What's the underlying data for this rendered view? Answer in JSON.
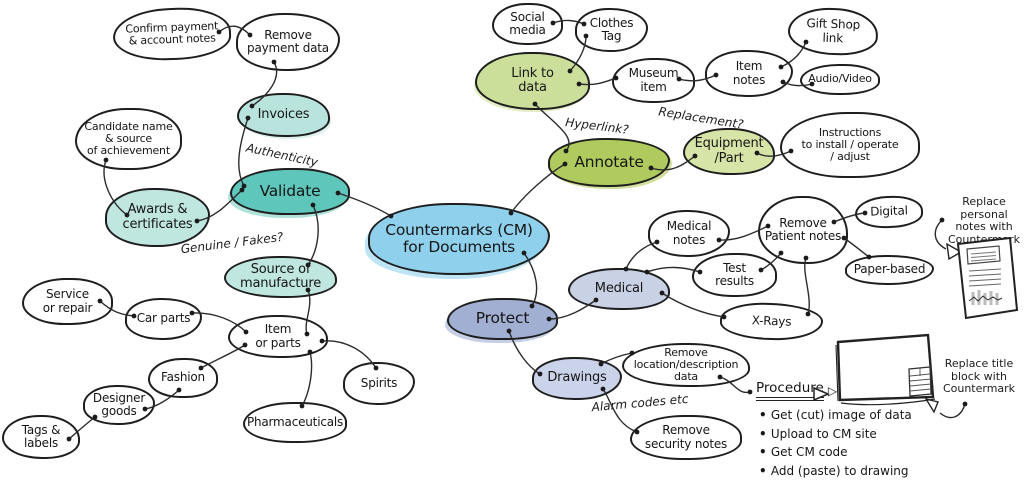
{
  "nodes": {
    "countermarks": "Countermarks (CM)\nfor Documents",
    "confirm_payment": "Confirm payment\n& account notes",
    "remove_payment": "Remove\npayment data",
    "invoices": "Invoices",
    "candidate_name": "Candidate name\n& source\nof achievement",
    "awards_certificates": "Awards &\ncertificates",
    "validate": "Validate",
    "source_of_manufacture": "Source of\nmanufacture",
    "social_media": "Social\nmedia",
    "clothes_tag": "Clothes\nTag",
    "link_to_data": "Link to\ndata",
    "museum_item": "Museum\nitem",
    "item_notes": "Item\nnotes",
    "gift_shop_link": "Gift Shop\nlink",
    "audio_video": "Audio/Video",
    "annotate": "Annotate",
    "equipment_part": "Equipment\n/Part",
    "instructions": "Instructions\nto install / operate\n/ adjust",
    "medical_notes": "Medical\nnotes",
    "remove_patient_notes": "Remove\nPatient notes",
    "digital": "Digital",
    "paper_based": "Paper-based",
    "test_results": "Test\nresults",
    "medical": "Medical",
    "x_rays": "X-Rays",
    "service_or_repair": "Service\nor repair",
    "car_parts": "Car parts",
    "item_or_parts": "Item\nor parts",
    "fashion": "Fashion",
    "designer_goods": "Designer\ngoods",
    "tags_labels": "Tags &\nlabels",
    "pharmaceuticals": "Pharmaceuticals",
    "spirits": "Spirits",
    "protect": "Protect",
    "drawings": "Drawings",
    "remove_location": "Remove\nlocation/description\ndata",
    "remove_security": "Remove\nsecurity notes"
  },
  "labels": {
    "authenticity": "Authenticity",
    "genuine_fakes": "Genuine / Fakes?",
    "hyperlink": "Hyperlink?",
    "replacement": "Replacement?",
    "alarm_codes": "Alarm codes etc",
    "replace_personal": "Replace personal\nnotes with\nCountermark",
    "replace_title": "Replace title\nblock with\nCountermark"
  },
  "procedure": {
    "heading": "Procedure",
    "arrow_glyph": "▷",
    "steps": [
      "Get (cut) image of data",
      "Upload to CM site",
      "Get CM code",
      "Add (paste) to drawing"
    ]
  },
  "icons": {
    "portrait_document": "report-page-icon",
    "drawing_sheet": "engineering-drawing-icon",
    "procedure_arrow": "right-triangle-arrow-icon",
    "personal_notes_arrow": "curved-arrow-icon",
    "title_block_arrow": "curved-arrow-icon"
  },
  "colors": {
    "center_blue": "#8FD1EC",
    "validate_teal": "#5FC6BC",
    "teal_light": "#C0E6E0",
    "invoices_teal": "#B9E4DD",
    "annotate_green": "#AFCA5D",
    "equipment_green": "#D6E4A7",
    "link_green": "#CBDF9A",
    "protect_slate": "#A1AFD3",
    "medical_slate": "#C9D1E4",
    "drawings_lavender": "#CBD3EA",
    "outline": "#1E1E1E",
    "line": "#2C2C2C"
  }
}
